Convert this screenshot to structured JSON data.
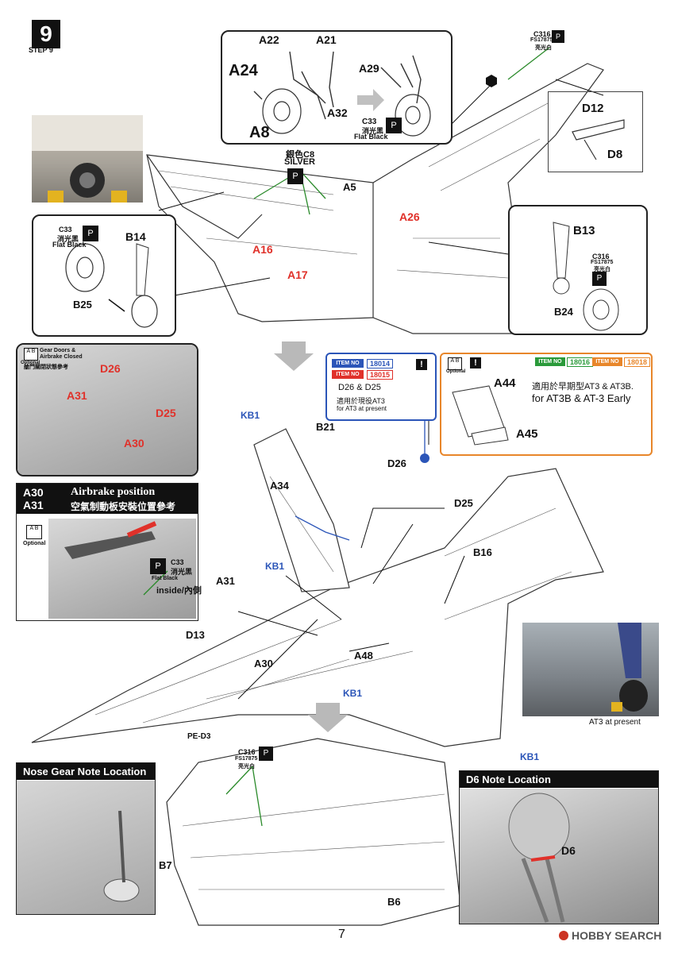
{
  "step": {
    "number": "9",
    "label": "STEP 9"
  },
  "paints": {
    "c33_code": "C33",
    "c33_cn": "消光黑",
    "c33_en": "Flat Black",
    "c316_code": "C316",
    "c316_fs": "FS17875",
    "c316_cn": "亮光白",
    "c8_cn": "銀色C8",
    "c8_en": "SILVER"
  },
  "main_gear_inset": {
    "parts": [
      "A22",
      "A21",
      "A24",
      "A29",
      "A32",
      "A8"
    ]
  },
  "nose_strut_inset": {
    "parts": [
      "D12",
      "D8"
    ]
  },
  "left_gear_inset": {
    "parts": [
      "B14",
      "B25"
    ]
  },
  "right_gear_inset": {
    "parts": [
      "B13",
      "B24"
    ]
  },
  "upper_part_labels": [
    "A5",
    "A26",
    "A16",
    "A17"
  ],
  "gear_doors_note": {
    "optional": "Optional",
    "text_en1": "Gear Doors &",
    "text_en2": "Airbrake Closed",
    "text_cn": "艙門關閉狀態參考",
    "parts": [
      "D26",
      "A31",
      "D25",
      "A30"
    ]
  },
  "airbrake_box": {
    "parts_line1": "A30",
    "parts_line2": "A31",
    "title_en": "Airbrake position",
    "title_cn": "空氣制動板安裝位置參考",
    "optional": "Optional",
    "inside": "inside/內側"
  },
  "item_box_1": {
    "item_label": "ITEM NO",
    "item1": "18014",
    "item2": "18015",
    "parts": "D26 & D25",
    "cn": "適用於現役AT3",
    "en": "for AT3 at present"
  },
  "item_box_2": {
    "item_label": "ITEM NO",
    "item1": "18016",
    "item2": "18018",
    "optional": "Optional",
    "part_a44": "A44",
    "part_a45": "A45",
    "cn": "適用於早期型AT3 & AT3B.",
    "en": "for AT3B & AT-3 Early"
  },
  "main_part_labels": [
    "KB1",
    "B21",
    "D26",
    "D25",
    "A34",
    "B16",
    "KB1",
    "A31",
    "D13",
    "A30",
    "A48",
    "KB1",
    "KB1"
  ],
  "pe_label": "PE-D3",
  "photo_caption": "AT3 at present",
  "nose_gear_note": {
    "title": "Nose Gear Note Location"
  },
  "d6_note": {
    "title": "D6 Note Location",
    "part": "D6"
  },
  "bottom_parts": [
    "B7",
    "B6"
  ],
  "page_number": "7",
  "watermark": "HOBBY SEARCH"
}
